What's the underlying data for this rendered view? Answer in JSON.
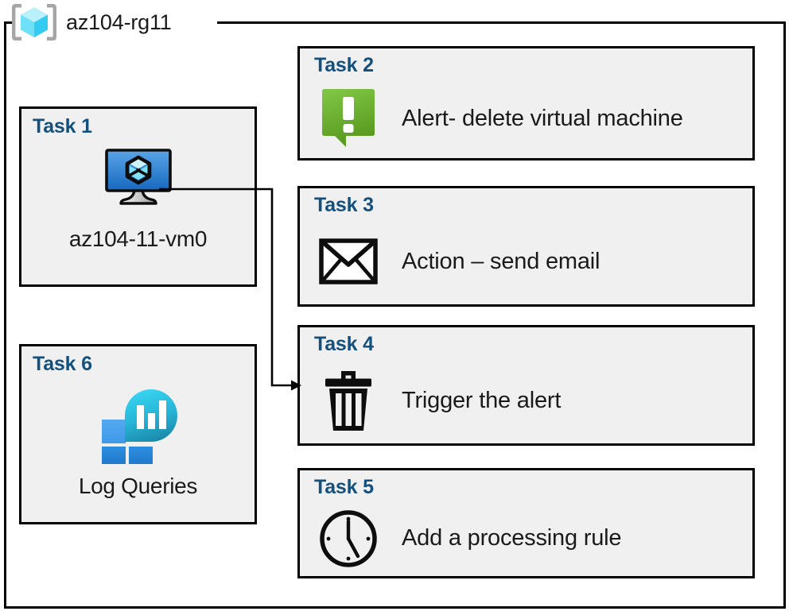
{
  "resource_group": {
    "name": "az104-rg11",
    "icon": "azure-resource-group-cube-icon"
  },
  "cards": {
    "task1": {
      "title": "Task 1",
      "caption": "az104-11-vm0",
      "icon": "virtual-machine-monitor-icon"
    },
    "task2": {
      "title": "Task 2",
      "label": "Alert- delete virtual machine",
      "icon": "green-alert-exclamation-icon"
    },
    "task3": {
      "title": "Task 3",
      "label": "Action – send email",
      "icon": "envelope-icon"
    },
    "task4": {
      "title": "Task 4",
      "label": "Trigger the alert",
      "icon": "trash-can-icon"
    },
    "task5": {
      "title": "Task 5",
      "label": "Add a processing rule",
      "icon": "clock-icon"
    },
    "task6": {
      "title": "Task 6",
      "caption": "Log Queries",
      "icon": "log-analytics-icon"
    }
  },
  "colors": {
    "card_background": "#f0f0f0",
    "card_border": "#000000",
    "task_title": "#14507d",
    "alert_green_light": "#7dc242",
    "alert_green_dark": "#5a9e28",
    "vm_blue_light": "#5aa5e8",
    "vm_blue_dark": "#1668bf",
    "log_analytics_cyan": "#32d4f0",
    "log_analytics_teal": "#1b88a8",
    "log_analytics_blue": "#2585d8",
    "rg_cube_light": "#b9f0fb",
    "rg_cube_mid": "#6ee0f7",
    "rg_cube_dark": "#33ccf0",
    "rg_bracket_gray": "#a6a6a6",
    "connector": "#000000"
  },
  "connector": {
    "from": "task1-vm-icon",
    "to": "task4-card",
    "arrow": "arrowhead-right"
  }
}
